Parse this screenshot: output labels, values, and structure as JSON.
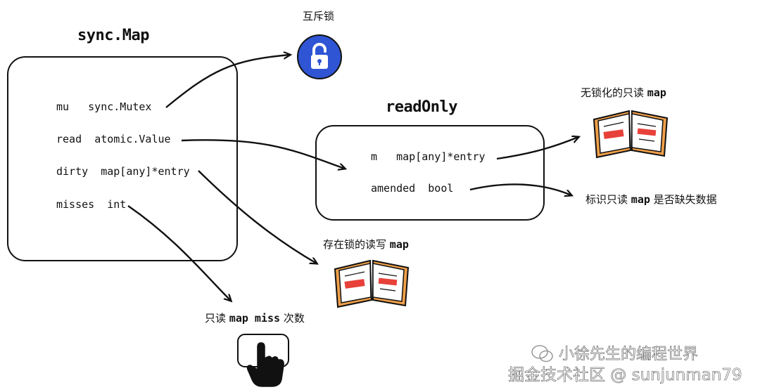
{
  "sync_map": {
    "title": "sync.Map",
    "fields": [
      {
        "name": "mu",
        "type": "sync.Mutex"
      },
      {
        "name": "read",
        "type": "atomic.Value"
      },
      {
        "name": "dirty",
        "type": "map[any]*entry"
      },
      {
        "name": "misses",
        "type": "int"
      }
    ]
  },
  "read_only": {
    "title": "readOnly",
    "fields": [
      {
        "name": "m",
        "type": "map[any]*entry"
      },
      {
        "name": "amended",
        "type": "bool"
      }
    ]
  },
  "labels": {
    "mutex": "互斥锁",
    "lockfree_prefix": "无锁化的只读",
    "lockfree_code": "map",
    "locked_prefix": "存在锁的读写",
    "locked_code": "map",
    "missing_prefix": "标识只读",
    "missing_code": "map",
    "missing_suffix": "是否缺失数据",
    "misses_prefix": "只读",
    "misses_code": "map miss",
    "misses_suffix": "次数"
  },
  "watermark": {
    "line1": "小徐先生的编程世界",
    "line2": "掘金技术社区 @ sunjunman79"
  },
  "colors": {
    "lock_blue": "#2f55d4",
    "book_cover": "#f0a04a",
    "book_red": "#e8413a",
    "stroke": "#111111"
  },
  "icons": [
    "padlock-icon",
    "open-book-icon",
    "hand-cursor-icon"
  ]
}
